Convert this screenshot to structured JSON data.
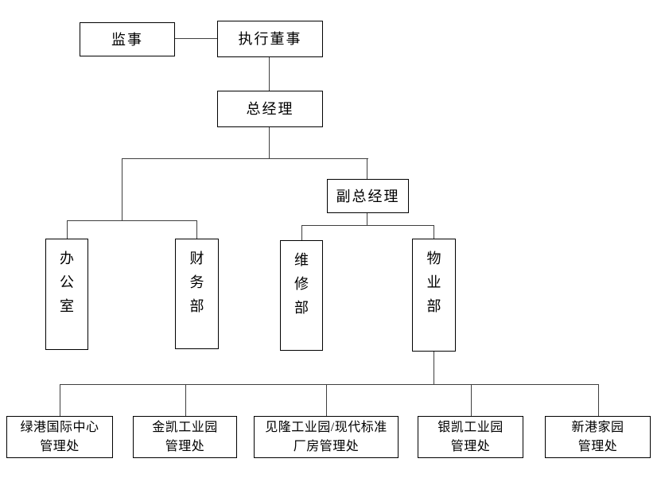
{
  "colors": {
    "background": "#ffffff",
    "box_border": "#000000",
    "connector_line": "#3f3f3f",
    "text": "#000000"
  },
  "org_chart": {
    "nodes": [
      {
        "id": "supervisor",
        "label": "监事"
      },
      {
        "id": "executive-director",
        "label": "执行董事"
      },
      {
        "id": "general-manager",
        "label": "总经理"
      },
      {
        "id": "deputy-general-manager",
        "label": "副总经理"
      },
      {
        "id": "office",
        "label": "办\n公\n室"
      },
      {
        "id": "finance-dept",
        "label": "财\n务\n部"
      },
      {
        "id": "maintenance-dept",
        "label": "维\n修\n部"
      },
      {
        "id": "property-dept",
        "label": "物\n业\n部"
      },
      {
        "id": "lvgang-intl-center-office",
        "label": "绿港国际中心\n管理处"
      },
      {
        "id": "jinkai-industrial-park-office",
        "label": "金凯工业园\n管理处"
      },
      {
        "id": "jianlong-industrial-park-office",
        "label": "见隆工业园/现代标准\n厂房管理处"
      },
      {
        "id": "yinkai-industrial-park-office",
        "label": "银凯工业园\n管理处"
      },
      {
        "id": "xingang-homeland-office",
        "label": "新港家园\n管理处"
      }
    ],
    "edges": [
      {
        "from": "supervisor",
        "to": "executive-director",
        "type": "lateral"
      },
      {
        "from": "executive-director",
        "to": "general-manager"
      },
      {
        "from": "general-manager",
        "to": "office"
      },
      {
        "from": "general-manager",
        "to": "finance-dept"
      },
      {
        "from": "general-manager",
        "to": "deputy-general-manager"
      },
      {
        "from": "deputy-general-manager",
        "to": "maintenance-dept"
      },
      {
        "from": "deputy-general-manager",
        "to": "property-dept"
      },
      {
        "from": "property-dept",
        "to": "lvgang-intl-center-office"
      },
      {
        "from": "property-dept",
        "to": "jinkai-industrial-park-office"
      },
      {
        "from": "property-dept",
        "to": "jianlong-industrial-park-office"
      },
      {
        "from": "property-dept",
        "to": "yinkai-industrial-park-office"
      },
      {
        "from": "property-dept",
        "to": "xingang-homeland-office"
      }
    ]
  }
}
